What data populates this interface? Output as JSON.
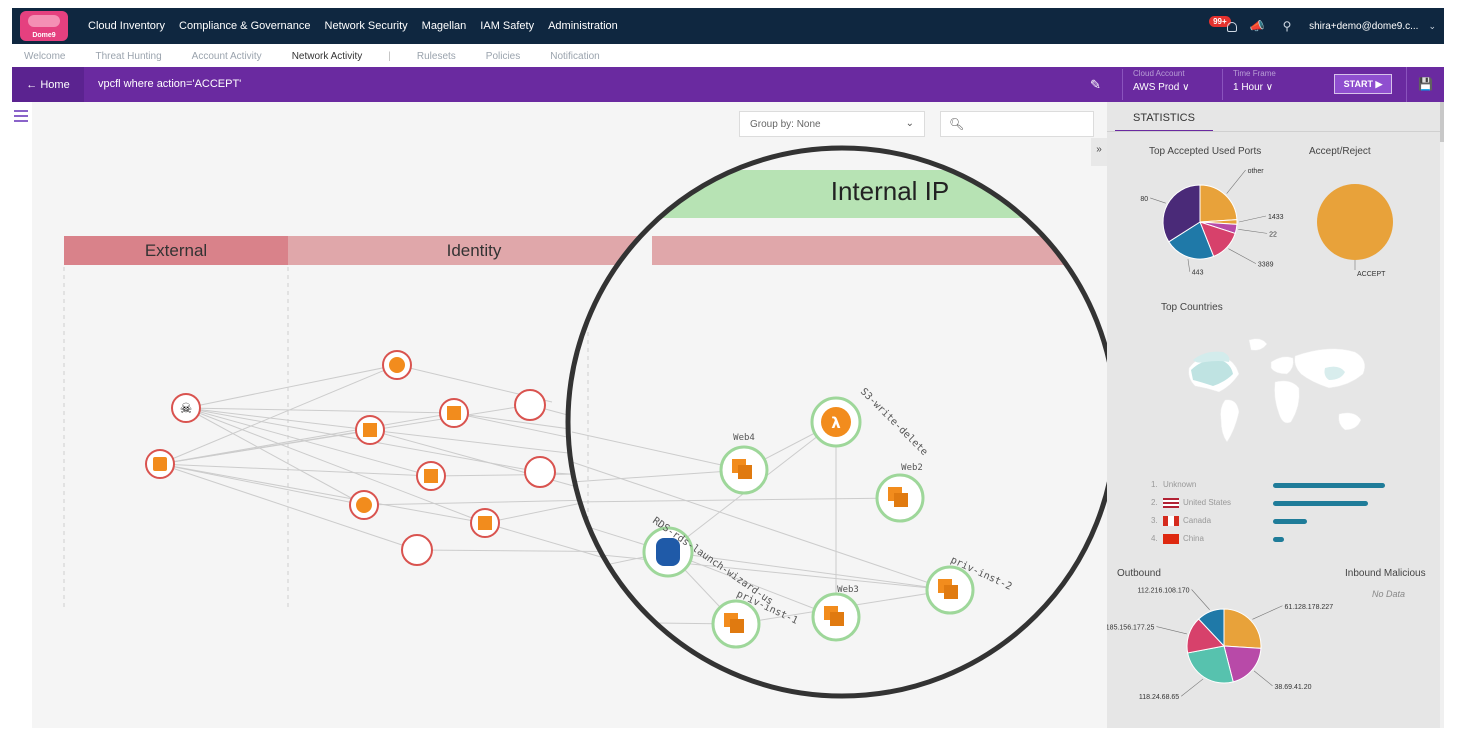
{
  "topnav": {
    "logo_text": "Dome9",
    "items": [
      "Cloud Inventory",
      "Compliance & Governance",
      "Network Security",
      "Magellan",
      "IAM Safety",
      "Administration"
    ],
    "notifications_badge": "99+",
    "user_email": "shira+demo@dome9.c..."
  },
  "subnav": {
    "items": [
      "Welcome",
      "Threat Hunting",
      "Account Activity",
      "Network Activity"
    ],
    "separator": "|",
    "items_right": [
      "Rulesets",
      "Policies",
      "Notification"
    ]
  },
  "querybar": {
    "home_label": "← Home",
    "query": "vpcfl where action='ACCEPT'",
    "cloud_account_label": "Cloud Account",
    "cloud_account_value": "AWS Prod ∨",
    "time_frame_label": "Time Frame",
    "time_frame_value": "1 Hour ∨",
    "start_label": "START ▶"
  },
  "canvas": {
    "group_by_label": "Group by: None",
    "search_placeholder": "",
    "collapse_label": "»",
    "zones": {
      "external": "External",
      "identity": "Identity",
      "internal_ip": "Internal IP"
    },
    "node_labels": {
      "lambda": "S3-write-delete",
      "web4": "Web4",
      "web2": "Web2",
      "web3": "Web3",
      "rds": "RDS-rds-launch-wizard-us",
      "priv1": "priv-inst-1",
      "priv2": "priv-inst-2"
    }
  },
  "stats": {
    "tab_label": "STATISTICS",
    "top_ports_title": "Top Accepted Used Ports",
    "accept_reject_title": "Accept/Reject",
    "top_countries_title": "Top Countries",
    "outbound_title": "Outbound",
    "inbound_title": "Inbound Malicious",
    "inbound_no_data": "No Data",
    "countries": [
      {
        "rank": "1.",
        "name": "Unknown",
        "value": 100,
        "flag": "none"
      },
      {
        "rank": "2.",
        "name": "United States",
        "value": 85,
        "flag": "us"
      },
      {
        "rank": "3.",
        "name": "Canada",
        "value": 30,
        "flag": "ca"
      },
      {
        "rank": "4.",
        "name": "China",
        "value": 10,
        "flag": "cn"
      }
    ],
    "colors": {
      "purple": "#4a2a78",
      "orange": "#e8a23a",
      "pink": "#d7416b",
      "blue": "#1f79a8",
      "teal": "#57c2ae",
      "magenta": "#b84aa8",
      "bar": "#1f7c99"
    }
  },
  "chart_data": [
    {
      "type": "pie",
      "title": "Top Accepted Used Ports",
      "labels": [
        "other",
        "1433",
        "22",
        "3389",
        "443",
        "80"
      ],
      "values": [
        24,
        2,
        4,
        14,
        22,
        34
      ]
    },
    {
      "type": "pie",
      "title": "Accept/Reject",
      "labels": [
        "ACCEPT"
      ],
      "values": [
        100
      ]
    },
    {
      "type": "bar",
      "title": "Top Countries",
      "categories": [
        "Unknown",
        "United States",
        "Canada",
        "China"
      ],
      "values": [
        100,
        85,
        30,
        10
      ]
    },
    {
      "type": "pie",
      "title": "Outbound",
      "labels": [
        "61.128.178.227",
        "38.69.41.20",
        "118.24.68.65",
        "185.156.177.25",
        "112.216.108.170"
      ],
      "values": [
        26,
        20,
        26,
        16,
        12
      ]
    }
  ]
}
